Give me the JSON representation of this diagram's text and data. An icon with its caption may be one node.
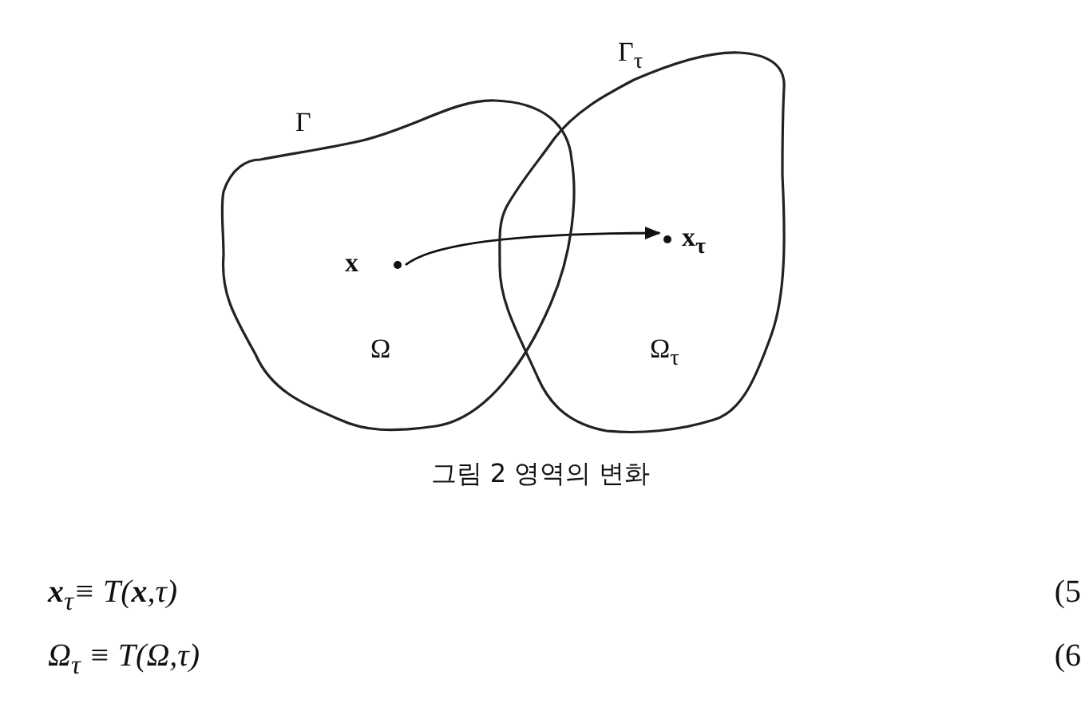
{
  "diagram": {
    "caption": "그림 2 영역의 변화",
    "nodes": [
      {
        "text": [
          "Ω"
        ],
        "beside": [
          "Γ"
        ]
      },
      {
        "text": [
          "Ω$_{τ}$"
        ],
        "beside": [
          "Γ$_{τ}$"
        ]
      },
      {
        "text": [
          "x"
        ],
        "in": 0
      },
      {
        "text": [
          "x$_{τ}$"
        ],
        "in": 1
      }
    ],
    "edges": [
      {
        "from": 2,
        "to": 3,
        "arrow": "to"
      }
    ],
    "labels": [
      "**x**$_{τ}$≡ T(**x**,τ)",
      "(5",
      "Ω$_{τ}$ ≡ T(Ω,τ)",
      "(6"
    ]
  }
}
